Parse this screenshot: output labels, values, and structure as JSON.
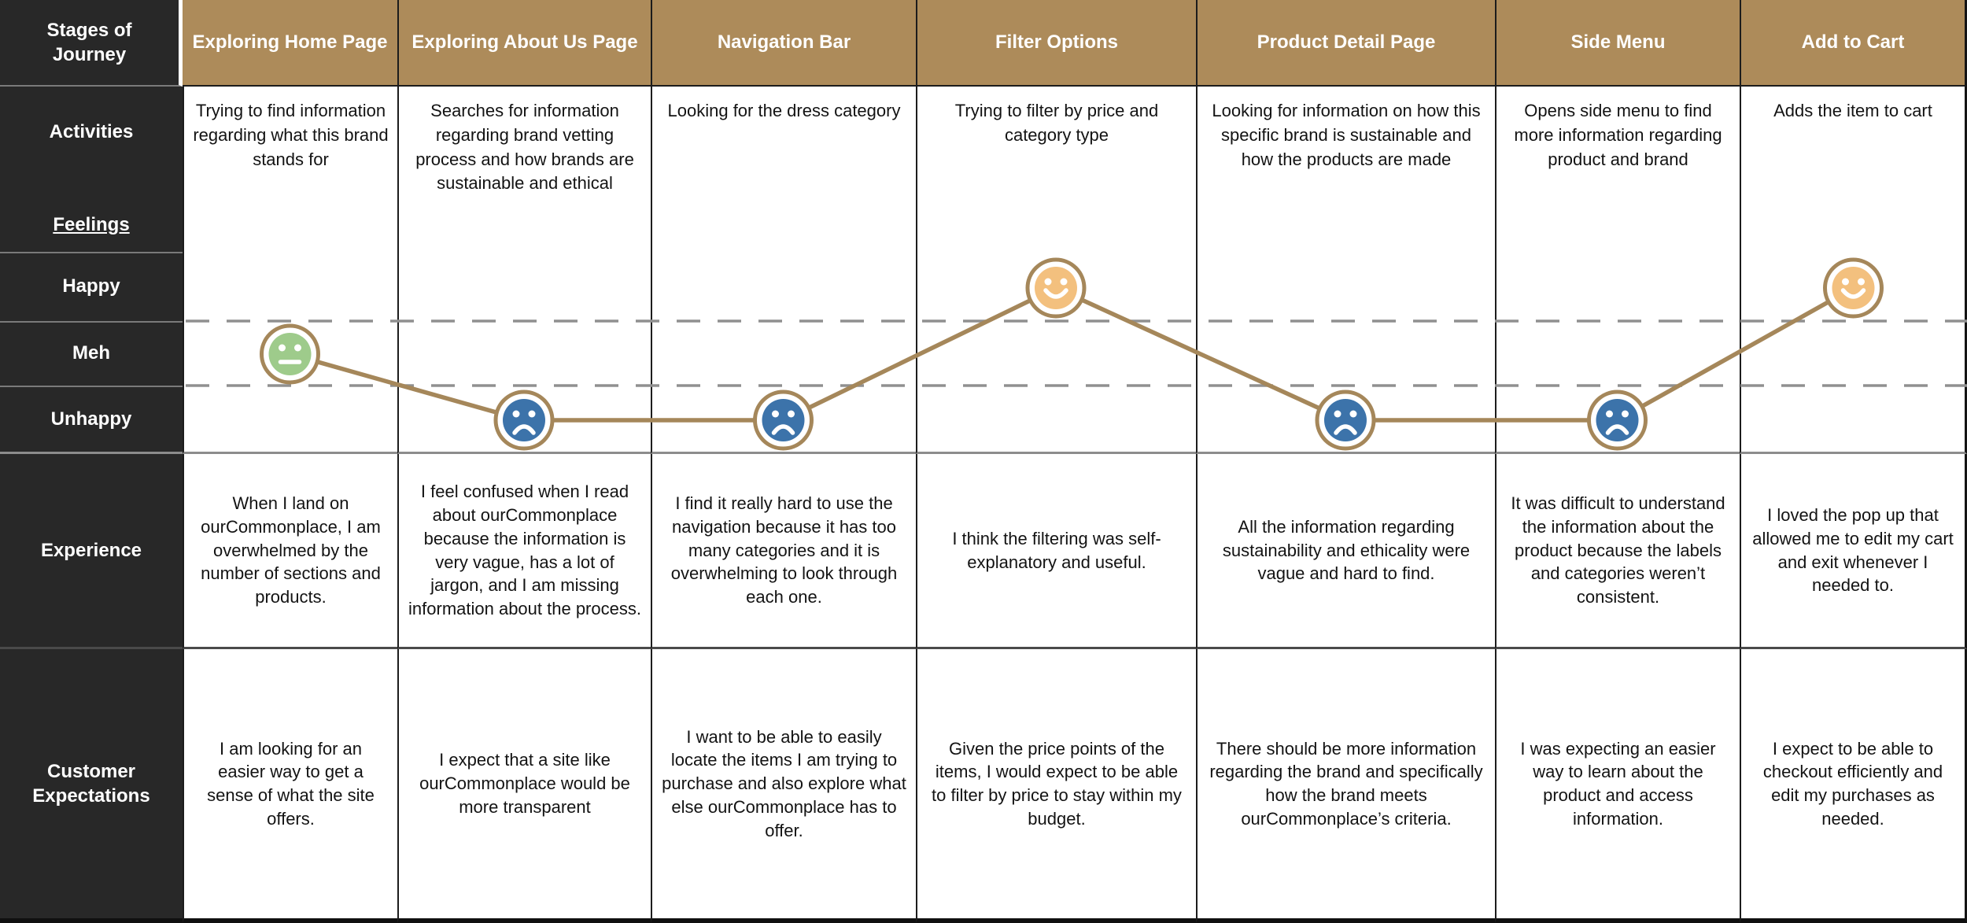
{
  "corner_label": "Stages of Journey",
  "row_labels": {
    "activities": "Activities",
    "feelings": "Feelings",
    "happy": "Happy",
    "meh": "Meh",
    "unhappy": "Unhappy",
    "experience": "Experience",
    "expectations": "Customer Expectations"
  },
  "stages": [
    {
      "header": "Exploring Home Page",
      "activity": "Trying to find information regarding what this brand stands for",
      "feeling": "meh",
      "experience": "When I land on ourCommonplace, I am overwhelmed by the number of sections and products.",
      "expectation": "I am looking for an easier way to get a sense of what the site offers."
    },
    {
      "header": "Exploring About Us Page",
      "activity": "Searches for information regarding brand vetting process and how brands are sustainable and ethical",
      "feeling": "unhappy",
      "experience": "I feel confused when I read about ourCommonplace because the information is very vague, has a lot of jargon, and I am missing information about the process.",
      "expectation": "I expect that a site like ourCommonplace would be more transparent"
    },
    {
      "header": "Navigation Bar",
      "activity": "Looking for the dress category",
      "feeling": "unhappy",
      "experience": "I find it really hard to use the navigation because it has too many categories and it is overwhelming to look through each one.",
      "expectation": "I want to be able to easily locate the items I am trying to purchase and also explore what else ourCommonplace has to offer."
    },
    {
      "header": "Filter Options",
      "activity": "Trying to filter by price and category type",
      "feeling": "happy",
      "experience": "I think the filtering was self-explanatory and useful.",
      "expectation": "Given the price points of the items, I would expect to be able to filter by price to stay within my budget."
    },
    {
      "header": "Product Detail Page",
      "activity": "Looking for information on how this specific brand is sustainable and how the products are made",
      "feeling": "unhappy",
      "experience": "All the information regarding sustainability and ethicality were vague and hard to find.",
      "expectation": "There should be more information regarding the brand and specifically how the brand meets ourCommonplace’s criteria."
    },
    {
      "header": "Side Menu",
      "activity": "Opens side menu to find more information regarding product and brand",
      "feeling": "unhappy",
      "experience": "It was difficult to understand the information about the product because the labels and categories weren’t consistent.",
      "expectation": "I was expecting an easier way to learn about the product and access information."
    },
    {
      "header": "Add to Cart",
      "activity": "Adds the item to cart",
      "feeling": "happy",
      "experience": "I loved the pop up that allowed me to edit my cart and exit whenever I needed to.",
      "expectation": "I expect to be able to checkout efficiently and edit my purchases as needed."
    }
  ],
  "feelings_chart": {
    "type": "line",
    "levels": [
      "happy",
      "meh",
      "unhappy"
    ],
    "values": [
      "meh",
      "unhappy",
      "unhappy",
      "happy",
      "unhappy",
      "unhappy",
      "happy"
    ]
  },
  "colors": {
    "header_tan": "#ad8b5a",
    "line_tan": "#a5875a",
    "dark_column": "#282828",
    "happy_face": "#f3c07e",
    "meh_face": "#9ecb8b",
    "unhappy_face": "#3c73aa",
    "dashed_gridline": "#909090",
    "cell_border": "#1c1c1c"
  }
}
